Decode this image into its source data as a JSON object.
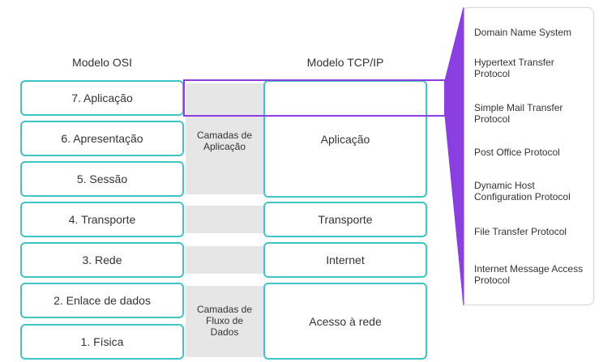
{
  "headings": {
    "osi": "Modelo OSI",
    "tcpip": "Modelo TCP/IP"
  },
  "osi_layers": [
    "7. Aplicação",
    "6. Apresentação",
    "5. Sessão",
    "4. Transporte",
    "3. Rede",
    "2. Enlace de dados",
    "1. Física"
  ],
  "bands": {
    "application": "Camadas de\nAplicação",
    "dataflow": "Camadas de\nFluxo de\nDados"
  },
  "tcpip_layers": [
    "Aplicação",
    "Transporte",
    "Internet",
    "Acesso à rede"
  ],
  "protocols": [
    "Domain Name System",
    "Hypertext Transfer Protocol",
    "Simple Mail Transfer Protocol",
    "Post Office Protocol",
    "Dynamic Host Configuration Protocol",
    "File Transfer Protocol",
    "Internet Message Access Protocol"
  ],
  "colors": {
    "layer_border": "#40c4c4",
    "band_fill": "#e6e6e6",
    "highlight": "#8c3fe0"
  }
}
